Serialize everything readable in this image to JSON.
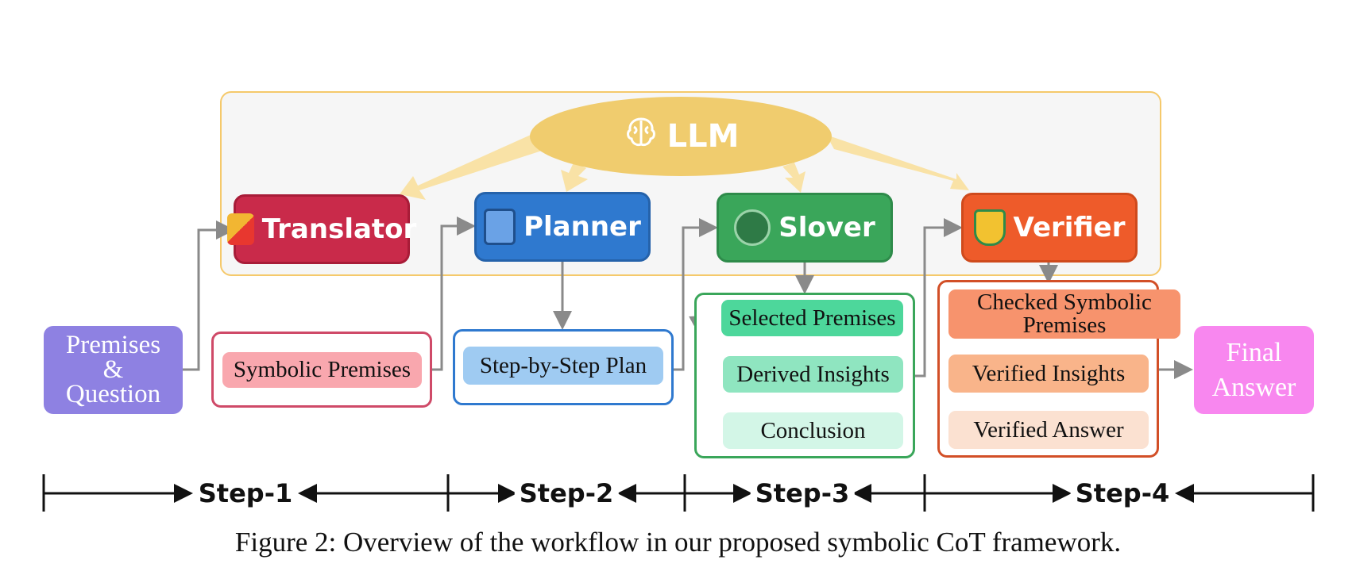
{
  "llm": {
    "label": "LLM",
    "icon": "brain-icon"
  },
  "modules": {
    "translator": {
      "label": "Translator",
      "color": "#c92a4a",
      "icon": "ps-badge-icon"
    },
    "planner": {
      "label": "Planner",
      "color": "#2f79cf",
      "icon": "notebook-icon"
    },
    "slover": {
      "label": "Slover",
      "color": "#3aa65a",
      "icon": "flowchart-icon"
    },
    "verifier": {
      "label": "Verifier",
      "color": "#ee5b2a",
      "icon": "shield-check-icon"
    }
  },
  "input": {
    "line1": "Premises",
    "line2": "&",
    "line3": "Question",
    "color": "#8e81e2"
  },
  "output": {
    "line1": "Final",
    "line2": "Answer",
    "color": "#f887ef"
  },
  "outputs": {
    "symbolic_premises": "Symbolic Premises",
    "step_plan": "Step-by-Step Plan",
    "slover_items": [
      "Selected Premises",
      "Derived Insights",
      "Conclusion"
    ],
    "verifier_items": [
      "Checked Symbolic Premises",
      "Verified Insights",
      "Verified Answer"
    ]
  },
  "steps": [
    "Step-1",
    "Step-2",
    "Step-3",
    "Step-4"
  ],
  "caption": "Figure 2: Overview of the workflow in our proposed symbolic CoT framework."
}
